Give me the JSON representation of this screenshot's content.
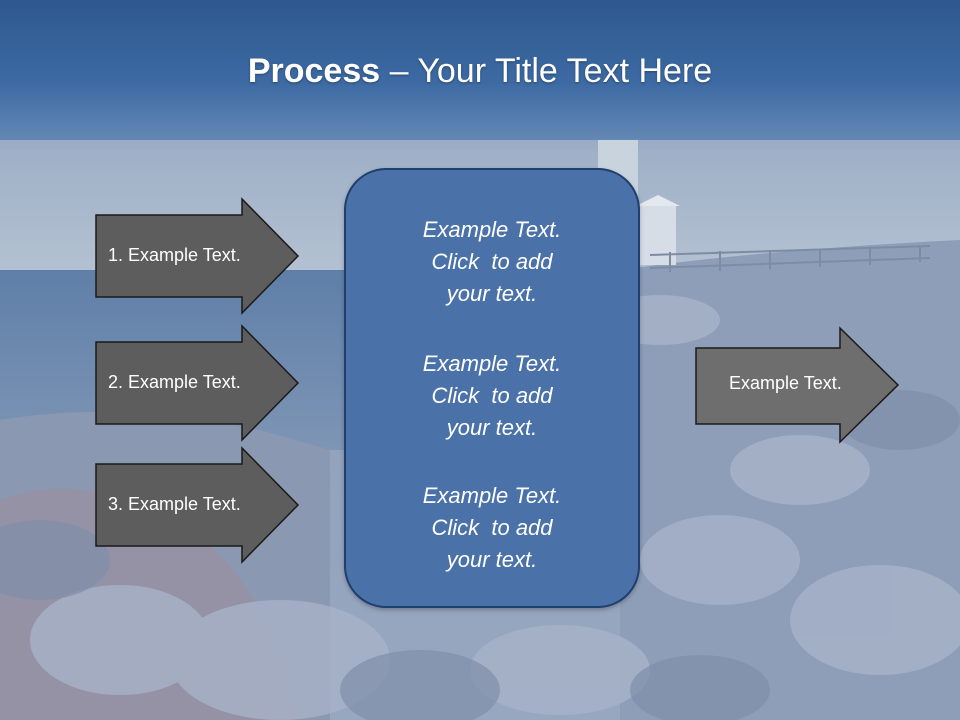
{
  "title": {
    "bold": "Process",
    "rest": " – Your Title Text Here"
  },
  "colors": {
    "header": "#2e5a92",
    "center_box": "#4a72a8",
    "arrow_fill": "#5d5d5d"
  },
  "left_arrows": [
    {
      "label": "1. Example Text."
    },
    {
      "label": "2. Example Text."
    },
    {
      "label": "3. Example Text."
    }
  ],
  "center_blocks": [
    {
      "lines": [
        "Example Text.",
        "Click  to add",
        "your text."
      ]
    },
    {
      "lines": [
        "Example Text.",
        "Click  to add",
        "your text."
      ]
    },
    {
      "lines": [
        "Example Text.",
        "Click  to add",
        "your text."
      ]
    }
  ],
  "right_arrow": {
    "label": "Example Text."
  }
}
